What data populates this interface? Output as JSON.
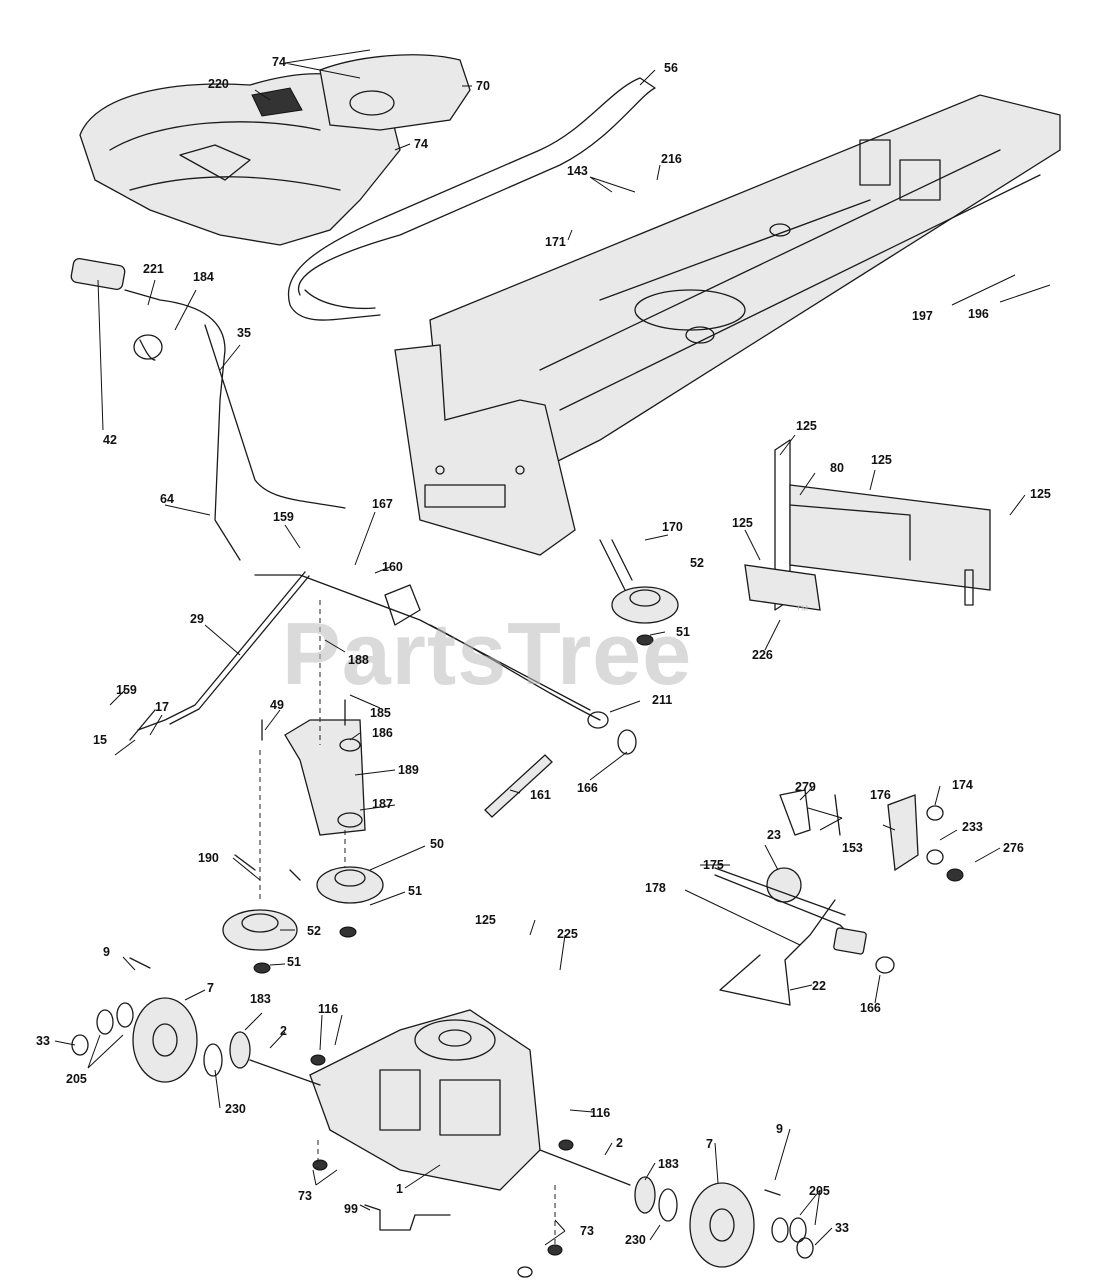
{
  "watermark": {
    "text": "PartsTree",
    "trademark": "™"
  },
  "callouts": [
    "74",
    "74",
    "70",
    "220",
    "56",
    "74",
    "143",
    "216",
    "171",
    "221",
    "184",
    "35",
    "197",
    "196",
    "42",
    "125",
    "80",
    "125",
    "125",
    "64",
    "159",
    "167",
    "170",
    "160",
    "125",
    "52",
    "29",
    "51",
    "226",
    "188",
    "159",
    "185",
    "211",
    "17",
    "49",
    "186",
    "15",
    "189",
    "166",
    "161",
    "187",
    "279",
    "174",
    "176",
    "233",
    "23",
    "153",
    "276",
    "190",
    "50",
    "175",
    "178",
    "51",
    "52",
    "225",
    "125",
    "51",
    "9",
    "7",
    "183",
    "116",
    "2",
    "33",
    "205",
    "230",
    "22",
    "166",
    "116",
    "9",
    "2",
    "183",
    "7",
    "205",
    "73",
    "99",
    "1",
    "73",
    "230",
    "33"
  ]
}
